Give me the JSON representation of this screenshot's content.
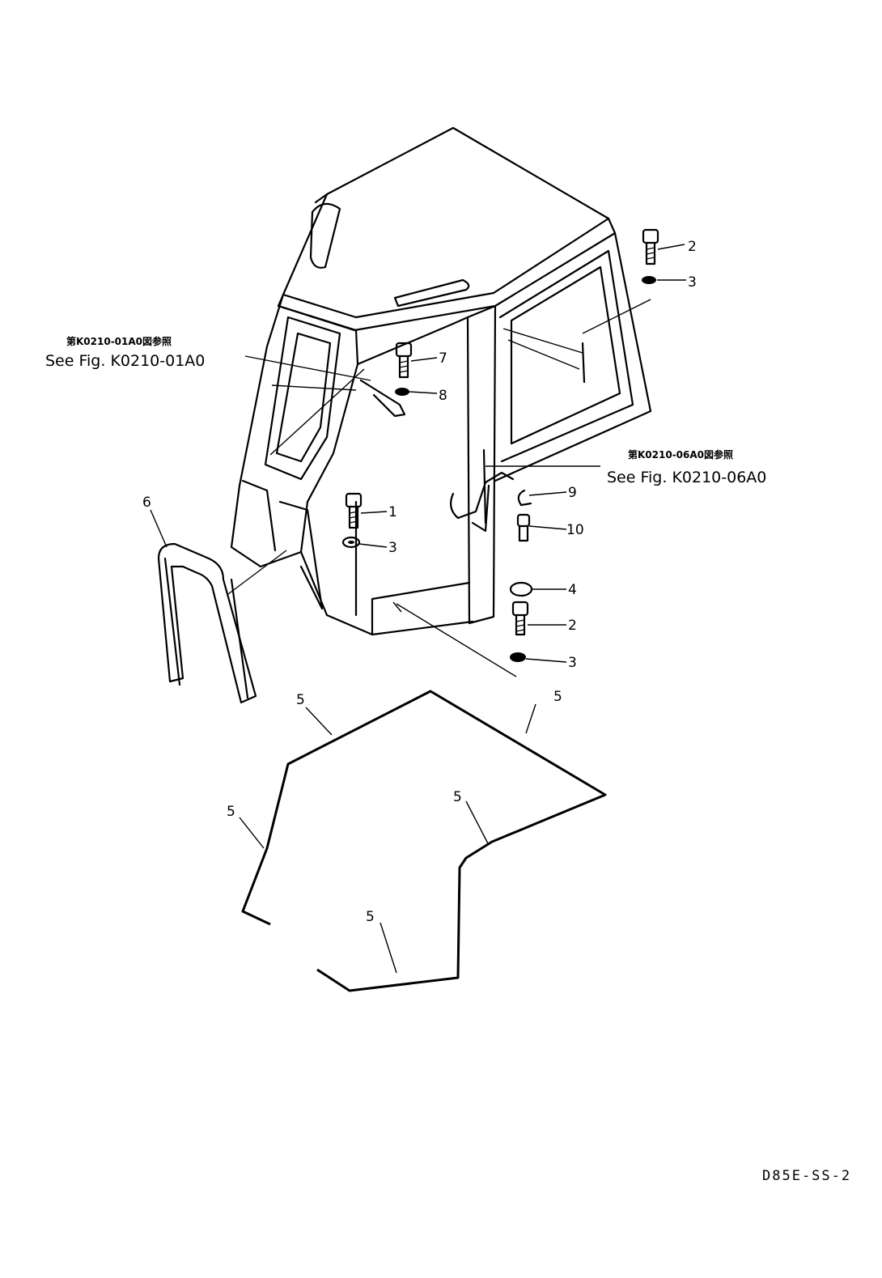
{
  "references": {
    "upper_left": {
      "jp": "第K0210-01A0図参照",
      "en": "See Fig. K0210-01A0"
    },
    "right": {
      "jp": "第K0210-06A0図参照",
      "en": "See Fig. K0210-06A0"
    }
  },
  "callouts": {
    "c1": "1",
    "c2_top": "2",
    "c2_bottom": "2",
    "c3_top": "3",
    "c3_mid": "3",
    "c3_bottom": "3",
    "c4": "4",
    "c5_a": "5",
    "c5_b": "5",
    "c5_c": "5",
    "c5_d": "5",
    "c5_e": "5",
    "c6": "6",
    "c7": "7",
    "c8": "8",
    "c9": "9",
    "c10": "10"
  },
  "drawing_code": "D85E-SS-2",
  "icons": {
    "cab": "cab-frame-illustration",
    "seal": "weather-seal-illustration",
    "bolt": "bolt-icon",
    "washer": "washer-icon",
    "plug": "plug-icon",
    "trim": "trim-channel-icon"
  }
}
